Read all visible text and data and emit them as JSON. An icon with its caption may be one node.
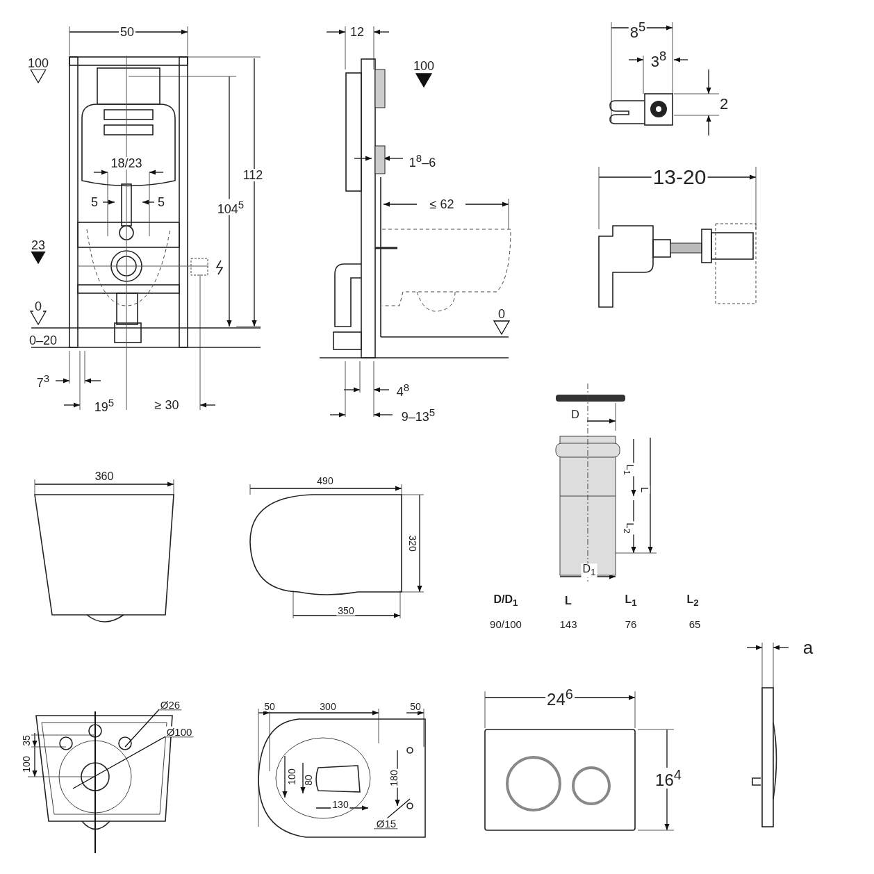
{
  "diagram": {
    "nodes": [
      {
        "text": [
          "Ø26"
        ]
      },
      {
        "text": [
          "Ø100"
        ]
      },
      {
        "text": [
          "Ø15"
        ]
      }
    ],
    "edges": [
      {
        "from": 0,
        "to": null,
        "arrow": "none"
      },
      {
        "from": 1,
        "to": null,
        "arrow": "none"
      },
      {
        "from": 2,
        "to": null,
        "arrow": "none"
      }
    ],
    "labels": [
      "50",
      "100",
      "18/23",
      "5",
      "5",
      "112",
      "104$^{5}$",
      "23",
      "0",
      "0–20",
      "7$^{3}$",
      "19$^{5}$",
      "≥ 30",
      "12",
      "100",
      "1$^{8}$–6",
      "≤ 62",
      "0",
      "4$^{8}$",
      "9–13$^{5}$",
      "8$^{5}$",
      "3$^{8}$",
      "2",
      "13-20",
      "D",
      "L$_{1}$",
      "L",
      "L$_{2}$",
      "D$_{1}$",
      "D/D$_{1}$",
      "L",
      "L$_{1}$",
      "L$_{2}$",
      "90/100",
      "143",
      "76",
      "65",
      "360",
      "490",
      "320",
      "350",
      "35",
      "100",
      "50",
      "300",
      "50",
      "100",
      "80",
      "130",
      "180",
      "24$^{6}$",
      "16$^{4}$",
      "a"
    ]
  }
}
